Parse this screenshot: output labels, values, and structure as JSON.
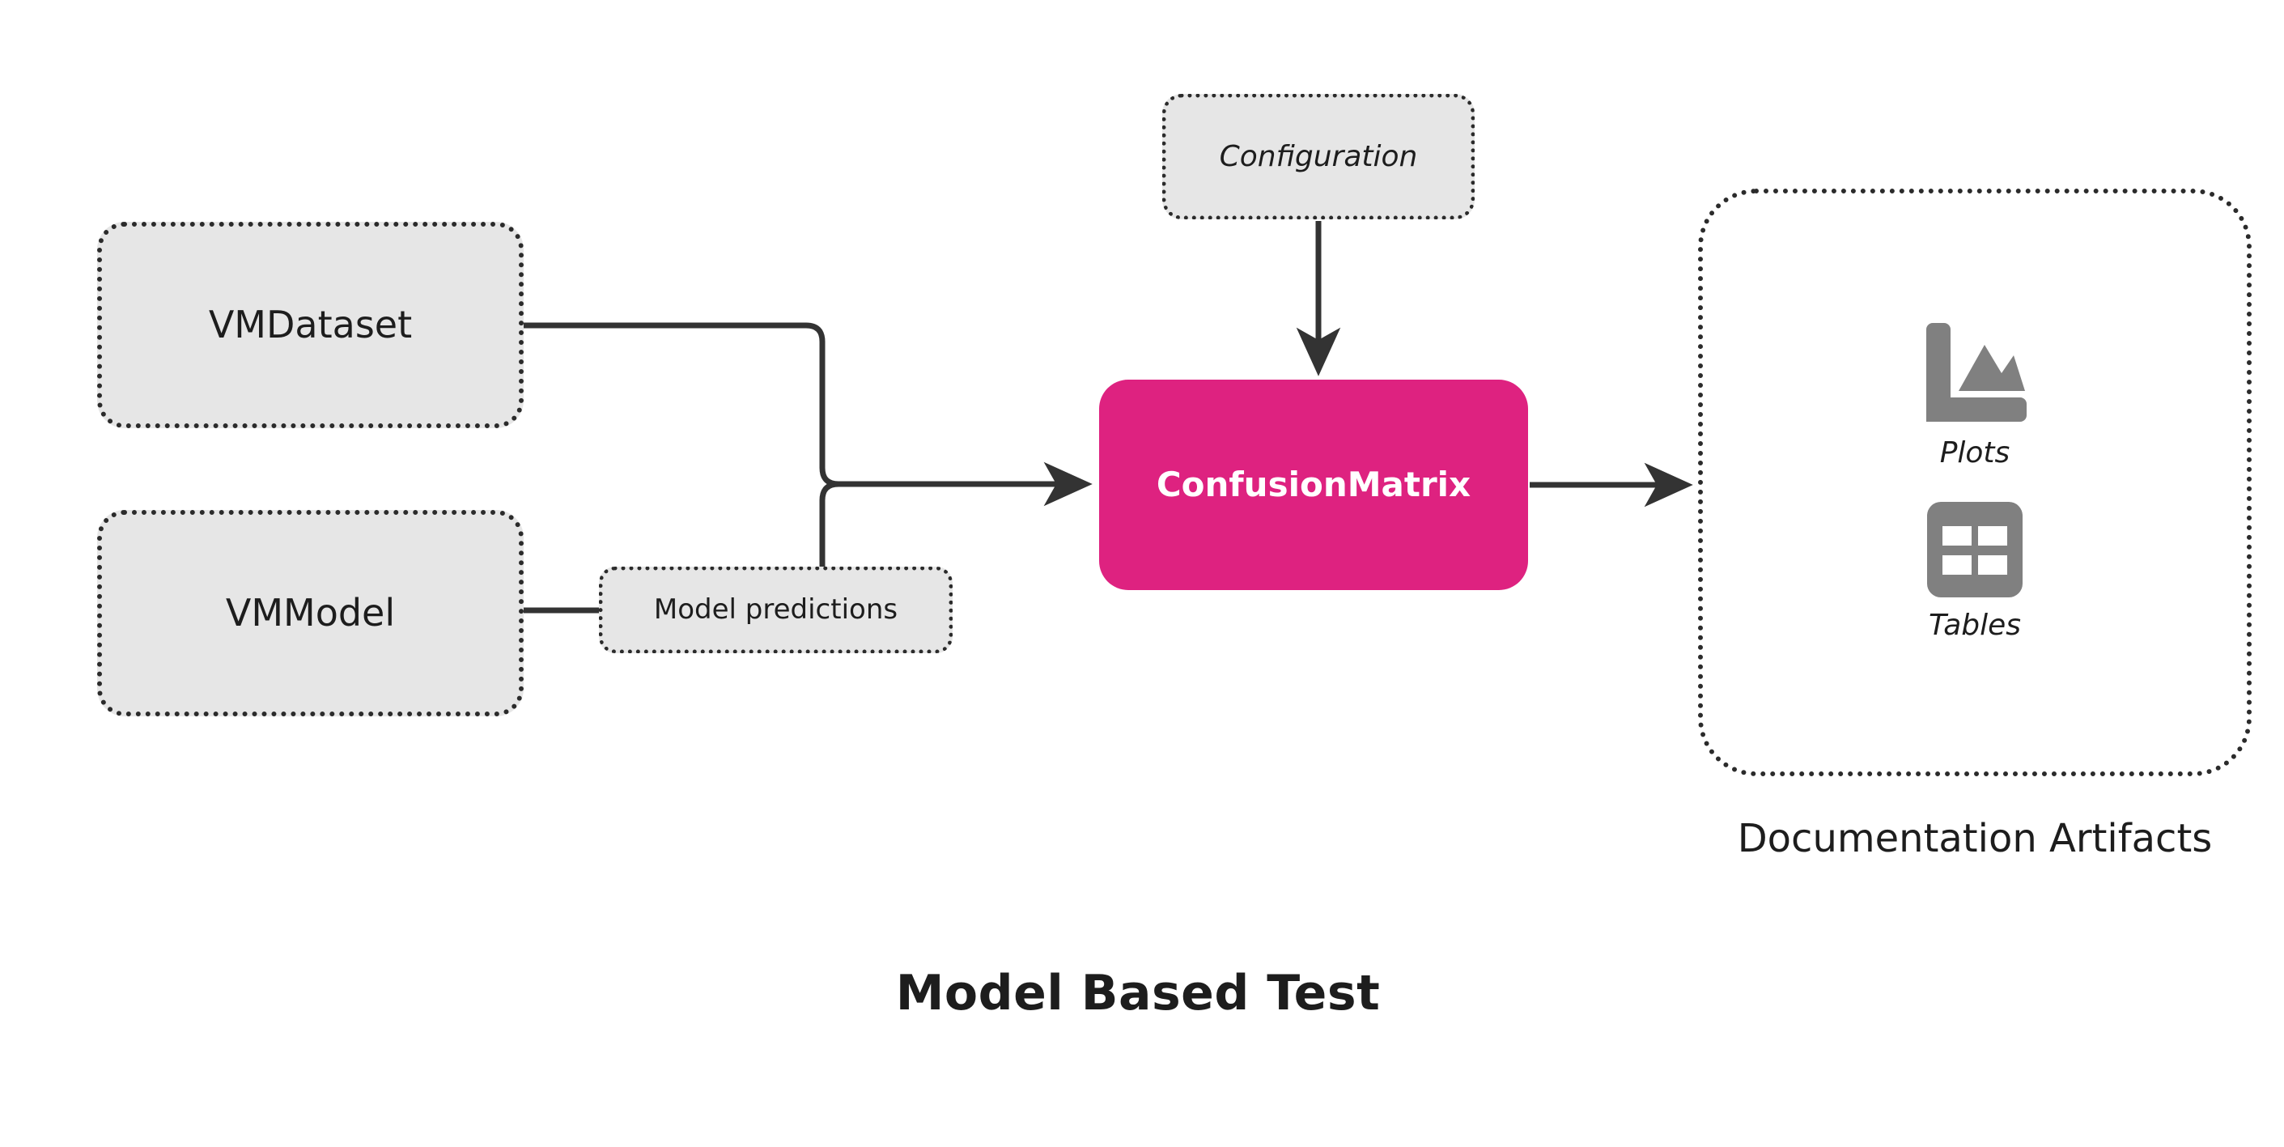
{
  "diagram": {
    "title": "Model Based Test",
    "accent_color": "#de2280",
    "node_fill": "#e6e6e6",
    "edge_color": "#333333",
    "icon_color": "#808080"
  },
  "inputs": [
    {
      "id": "vmdataset",
      "label": "VMDataset",
      "style": "dotted-gray"
    },
    {
      "id": "vmmodel",
      "label": "VMModel",
      "style": "dotted-gray"
    }
  ],
  "intermediate": {
    "model_predictions": {
      "label": "Model predictions",
      "style": "dotted-gray"
    }
  },
  "config": {
    "label": "Configuration",
    "style": "dotted-gray-italic"
  },
  "test": {
    "label": "ConfusionMatrix",
    "style": "accent-filled"
  },
  "artifacts": {
    "caption": "Documentation Artifacts",
    "items": [
      {
        "icon": "chart-area-icon",
        "label": "Plots"
      },
      {
        "icon": "table-grid-icon",
        "label": "Tables"
      }
    ]
  },
  "edges": [
    {
      "from": "vmdataset",
      "to": "confusion-matrix",
      "arrow": true
    },
    {
      "from": "vmmodel",
      "to": "model-predictions",
      "arrow": false
    },
    {
      "from": "model-predictions",
      "to": "confusion-matrix",
      "arrow": true
    },
    {
      "from": "configuration",
      "to": "confusion-matrix",
      "arrow": true
    },
    {
      "from": "confusion-matrix",
      "to": "artifacts-panel",
      "arrow": true
    }
  ]
}
